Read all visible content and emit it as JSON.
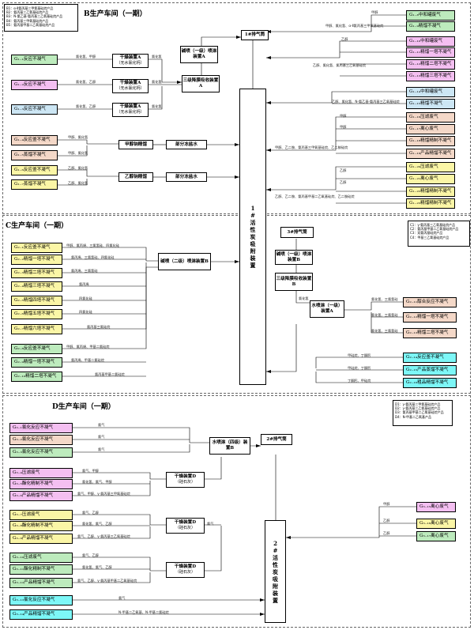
{
  "sections": {
    "b_title": "B生产车间（一期）",
    "c_title": "C生产车间（一期）",
    "d_title": "D生产车间（一期）"
  },
  "legends": {
    "b": [
      "B1：α-Ⅱ氨丙基三甲氧基硅烷产品",
      "B2：氨丙基三乙氧基硅烷产品",
      "B3：N-氨乙基-氨丙基三乙氧基硅烷产品",
      "B4：氨丙基三甲氧基硅烷产品",
      "B5：氨丙基甲基二乙氧基硅烷产品"
    ],
    "c": [
      "C1：γ-氨丙基三乙氧基硅烷产品",
      "C2：氨丙基甲基二乙氧基硅烷产品",
      "C3：双氨丙基硅烷产品",
      "C4：甲基三乙氧基硅烷产品"
    ],
    "d": [
      "D1：γ-氨丙基三甲氧基硅烷产品",
      "D2：γ-氨丙基三乙氧基硅烷产品",
      "D3：氨丙基甲基二乙氧基硅烷产品",
      "D4：N-甲基二乙氧基产品"
    ]
  },
  "devices": {
    "vent1": "1#排气筒",
    "alkali_spray_a": "碱喷（一级）喷淋装置A",
    "acid_abs_a": "三级降膜吸收装置A",
    "dryer_a1": "干燥装置A",
    "dryer_a2": "干燥装置A",
    "dryer_a3": "干燥装置A",
    "dryer_note": "（无水氯化钙）",
    "methanol_recovery": "甲醇钠精馏",
    "ethanol_recovery": "乙醇钠精馏",
    "salt_water_1": "部分冻盐水",
    "salt_water_2": "部分冻盐水",
    "carbon_1": "1#活性炭吸附装置",
    "alkali_spray_b2": "碱喷（二级）喷淋装置B",
    "vent2_3": "3#排气筒",
    "alkali_spray_b": "碱喷（一级）喷淋装置B",
    "acid_abs_b": "三级降膜吸收装置B",
    "water_spray_a": "水喷淋（一级）装置A",
    "water_spray_b": "水喷淋（四级）装置B",
    "vent2": "2#排气筒",
    "dryer_d1": "干燥装置D",
    "dryer_d2": "干燥装置D",
    "dryer_d3": "干燥装置D",
    "dryer_d_note": "（硅石灰）",
    "carbon_2": "2#活性炭吸附装置"
  },
  "b_left": [
    {
      "code": "G₁₋₁",
      "label": "反应不凝气",
      "color": "green",
      "gas": "氯化氢、甲醇"
    },
    {
      "code": "G₁₋₂",
      "label": "反应不凝气",
      "color": "pink",
      "gas": "氯化氢、乙醇"
    },
    {
      "code": "G₁₋₃",
      "label": "反应不凝气",
      "color": "blue",
      "gas": "氯化氢、乙醇"
    },
    {
      "code": "G₁₋₄",
      "label": "反应釜不凝气",
      "color": "tan",
      "gas": "甲醇、氯化氢"
    },
    {
      "code": "G₁₋₅",
      "label": "蒸馏不凝气",
      "color": "tan",
      "gas": "甲醇、氯化氢"
    },
    {
      "code": "G₁₋₆",
      "label": "反应釜不凝气",
      "color": "yellow",
      "gas": "乙醇、氯化氢"
    },
    {
      "code": "G₁₋₇",
      "label": "蒸馏不凝气",
      "color": "yellow",
      "gas": "乙醇、氯化氢"
    }
  ],
  "b_right": [
    {
      "code": "G₁₋₈",
      "label": "中和罐废气",
      "color": "green"
    },
    {
      "code": "G₁₋₉",
      "label": "精馏不凝气",
      "color": "green"
    },
    {
      "code": "G₁₋₁₀",
      "label": "中和罐废气",
      "color": "pink"
    },
    {
      "code": "G₁₋₁₁",
      "label": "精馏一塔不凝气",
      "color": "pink"
    },
    {
      "code": "G₁₋₁₂",
      "label": "精馏二塔不凝气",
      "color": "pink"
    },
    {
      "code": "G₁₋₁₃",
      "label": "精馏三塔不凝气",
      "color": "pink"
    },
    {
      "code": "G₁₋₁₄",
      "label": "中和罐废气",
      "color": "blue"
    },
    {
      "code": "G₁₋₁₅",
      "label": "精馏不凝气",
      "color": "blue"
    },
    {
      "code": "G₁₋₁₆",
      "label": "压滤废气",
      "color": "tan"
    },
    {
      "code": "G₁₋₁₇",
      "label": "离心废气",
      "color": "tan"
    },
    {
      "code": "G₁₋₁₈",
      "label": "精馏精制不凝气",
      "color": "tan"
    },
    {
      "code": "G₁₋₁₉",
      "label": "产品精馏不凝气",
      "color": "tan"
    },
    {
      "code": "G₁₋₂₀",
      "label": "压滤废气",
      "color": "yellow"
    },
    {
      "code": "G₁₋₂₁",
      "label": "离心废气",
      "color": "yellow"
    },
    {
      "code": "G₁₋₂₂",
      "label": "精馏精制不凝气",
      "color": "yellow"
    },
    {
      "code": "G₁₋₂₃",
      "label": "精馏精制不凝气",
      "color": "yellow"
    }
  ],
  "c_left": [
    {
      "code": "G₂₋₁",
      "label": "反应釜不凝气",
      "color": "yellow",
      "gas": "甲醇、氯丙烯、三氯氢硅、四氯化硅"
    },
    {
      "code": "G₂₋₂",
      "label": "精馏一塔不凝气",
      "color": "yellow",
      "gas": "氯丙烯、三氯氢硅、四氯化硅"
    },
    {
      "code": "G₂₋₃",
      "label": "精馏二塔不凝气",
      "color": "yellow",
      "gas": "氯丙烯、三氯氢硅"
    },
    {
      "code": "G₂₋₄",
      "label": "精馏三塔不凝气",
      "color": "yellow",
      "gas": "氯丙烯"
    },
    {
      "code": "G₂₋₅",
      "label": "精馏四塔不凝气",
      "color": "yellow",
      "gas": "四氯化硅"
    },
    {
      "code": "G₂₋₆",
      "label": "精馏五塔不凝气",
      "color": "yellow",
      "gas": "四氯化硅"
    },
    {
      "code": "G₂₋₇",
      "label": "精馏六塔不凝气",
      "color": "yellow",
      "gas": "氯丙基三氯硅烷"
    },
    {
      "code": "G₂₋₈",
      "label": "反应釜不凝气",
      "color": "green",
      "gas": "甲醇、氯丙烯、甲基二氯硅烷"
    },
    {
      "code": "G₂₋₉",
      "label": "精馏一塔不凝气",
      "color": "green",
      "gas": "氯丙烯、甲基二氯硅烷"
    },
    {
      "code": "G₂₋₁₀",
      "label": "精馏二塔不凝气",
      "color": "green",
      "gas": "氯丙基甲基二氯硅烷"
    }
  ],
  "c_right": [
    {
      "code": "G₂₋₁₁",
      "label": "醇合反应不凝气",
      "color": "tan",
      "gas": "氯化氢、三氯氢硅"
    },
    {
      "code": "G₂₋₁₂",
      "label": "精馏一塔不凝气",
      "color": "tan",
      "gas": "氯化氢、三氯氢硅"
    },
    {
      "code": "G₂₋₁₃",
      "label": "精馏二塔不凝气",
      "color": "tan",
      "gas": "氯化氢、三氯氢硅"
    },
    {
      "code": "G₂₋₁₄",
      "label": "反应釜不凝气",
      "color": "cyan",
      "gas": "甲硅烷、丁酮肟"
    },
    {
      "code": "G₂₋₁₅",
      "label": "产品蒸馏不凝气",
      "color": "cyan",
      "gas": "甲硅烷、丁酮肟"
    },
    {
      "code": "G₂₋₁₆",
      "label": "粗品精馏不凝气",
      "color": "cyan",
      "gas": "丁酮肟、甲硅烷"
    }
  ],
  "d_left": [
    {
      "code": "G₃₋₁",
      "label": "氯化反应不凝气",
      "color": "pink",
      "gas": "氯气"
    },
    {
      "code": "G₃₋₂",
      "label": "氯化反应不凝气",
      "color": "tan",
      "gas": "氯气"
    },
    {
      "code": "G₃₋₃",
      "label": "氯化反应不凝气",
      "color": "green",
      "gas": "氯气"
    },
    {
      "code": "G₃₋₄",
      "label": "压滤废气",
      "color": "pink",
      "gas": "氯气、甲醇"
    },
    {
      "code": "G₃₋₅",
      "label": "酯化精制不凝气",
      "color": "pink",
      "gas": "氯化氢、氯气、甲醇"
    },
    {
      "code": "G₃₋₆",
      "label": "产品精馏不凝气",
      "color": "pink",
      "gas": "氯气、甲醇、γ-氯丙基三甲氧基硅烷"
    },
    {
      "code": "G₃₋₇",
      "label": "压滤废气",
      "color": "yellow",
      "gas": "氯气、乙醇"
    },
    {
      "code": "G₃₋₈",
      "label": "酯化精制不凝气",
      "color": "yellow",
      "gas": "氯化氢、氯气、乙醇"
    },
    {
      "code": "G₃₋₉",
      "label": "产品精馏不凝气",
      "color": "yellow",
      "gas": "氯气、乙醇、γ-氯丙基三乙氧基硅烷"
    },
    {
      "code": "G₃₋₁₀",
      "label": "压滤废气",
      "color": "green",
      "gas": "氯气、乙醇"
    },
    {
      "code": "G₃₋₁₁",
      "label": "酯化精制不凝气",
      "color": "green",
      "gas": "氯化氢、氯气、乙醇"
    },
    {
      "code": "G₃₋₁₂",
      "label": "产品精馏不凝气",
      "color": "green",
      "gas": "氯气、乙醇、γ-氯丙基甲基二乙氧基硅烷"
    },
    {
      "code": "G₃₋₁₃",
      "label": "氯化反应不凝气",
      "color": "cyan",
      "gas": "氯气"
    },
    {
      "code": "G₃₋₁₄",
      "label": "产品精馏不凝气",
      "color": "cyan",
      "gas": "N-甲基二乙氧基、N-甲基二氯硅烷"
    }
  ],
  "d_right": [
    {
      "code": "G₃₋₁₅",
      "label": "离心废气",
      "color": "pink",
      "gas": "甲醇"
    },
    {
      "code": "G₃₋₁₆",
      "label": "离心废气",
      "color": "yellow",
      "gas": "乙醇"
    },
    {
      "code": "G₃₋₁₇",
      "label": "离心废气",
      "color": "green",
      "gas": "乙醇"
    }
  ],
  "flow_labels": {
    "hcl_1": "氯化氢",
    "hcl_2": "氯化氢",
    "hcl_3": "氯化氢",
    "hcl_4": "氯化氢",
    "chlorine_d": "氯气",
    "methanol": "甲醇",
    "ethanol": "乙醇",
    "methanol_chlor": "甲醇、氯化氢、α-Ⅱ氨丙基三甲氧基硅烷",
    "ethanol_1": "乙醇",
    "ethanol_chlor": "乙醇、氯化氢、氯丙基三乙氧基硅烷",
    "ethanol_2": "乙醇、氯化氢、N-氨乙基-氨丙基三乙氧基硅烷",
    "b4_gas_a": "甲醇",
    "b4_gas_b": "甲醇",
    "b4_gas_c": "甲醇、乙二胺、氨丙基三甲氧基硅烷、乙二胺硅烷",
    "b5_gas_a": "乙醇",
    "b5_gas_b": "乙醇",
    "b5_gas_c": "乙醇、乙二胺、氨丙基甲基二乙氧基硅烷、乙二胺硅烷"
  }
}
